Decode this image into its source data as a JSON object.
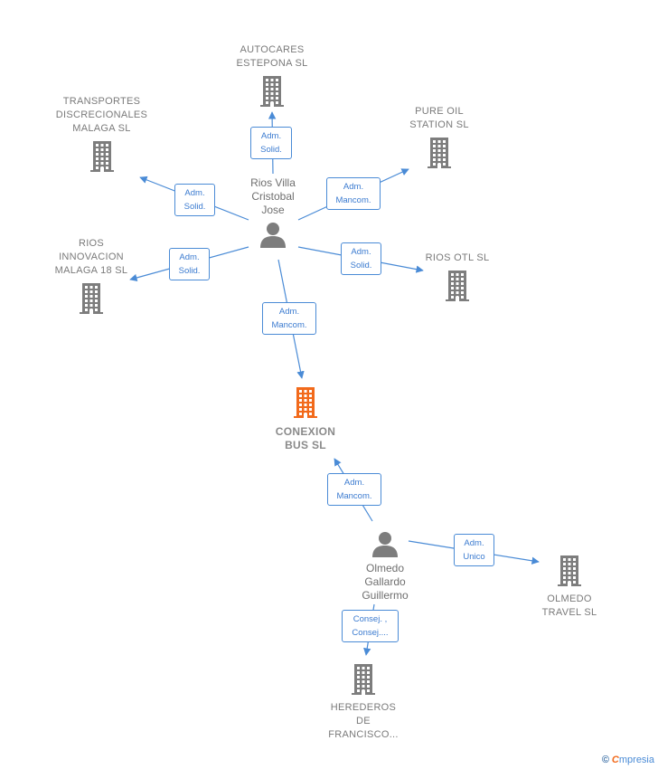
{
  "diagram": {
    "companies": [
      {
        "id": "autocares",
        "name": "AUTOCARES\nESTEPONA  SL",
        "focus": false
      },
      {
        "id": "transportes",
        "name": "TRANSPORTES\nDISCRECIONALES\nMALAGA SL",
        "focus": false
      },
      {
        "id": "pureoil",
        "name": "PURE OIL\nSTATION  SL",
        "focus": false
      },
      {
        "id": "riosinnovacion",
        "name": "RIOS\nINNOVACION\nMALAGA 18  SL",
        "focus": false
      },
      {
        "id": "riosotl",
        "name": "RIOS OTL  SL",
        "focus": false
      },
      {
        "id": "conexion",
        "name": "CONEXION\nBUS  SL",
        "focus": true
      },
      {
        "id": "olmedotravel",
        "name": "OLMEDO\nTRAVEL  SL",
        "focus": false
      },
      {
        "id": "herederos",
        "name": "HEREDEROS\nDE\nFRANCISCO...",
        "focus": false
      }
    ],
    "persons": [
      {
        "id": "rios",
        "name": "Rios Villa\nCristobal\nJose"
      },
      {
        "id": "olmedo",
        "name": "Olmedo\nGallardo\nGuillermo"
      }
    ],
    "relations": [
      {
        "id": "r1",
        "role": "Adm.\nSolid."
      },
      {
        "id": "r2",
        "role": "Adm.\nSolid."
      },
      {
        "id": "r3",
        "role": "Adm.\nMancom."
      },
      {
        "id": "r4",
        "role": "Adm.\nSolid."
      },
      {
        "id": "r5",
        "role": "Adm.\nSolid."
      },
      {
        "id": "r6",
        "role": "Adm.\nMancom."
      },
      {
        "id": "r7",
        "role": "Adm.\nMancom."
      },
      {
        "id": "r8",
        "role": "Adm.\nUnico"
      },
      {
        "id": "r9",
        "role": "Consej. ,\nConsej...."
      }
    ]
  },
  "colors": {
    "building": "#7d7d7d",
    "building_focus": "#f26a1b",
    "person": "#7d7d7d",
    "edge": "#4a8bd6"
  },
  "icons": {
    "company": "building-icon",
    "person": "person-icon",
    "copyright": "copyright-icon"
  },
  "footer": {
    "copyright": "©",
    "brand_initial": "C",
    "brand_rest": "mpresia"
  }
}
